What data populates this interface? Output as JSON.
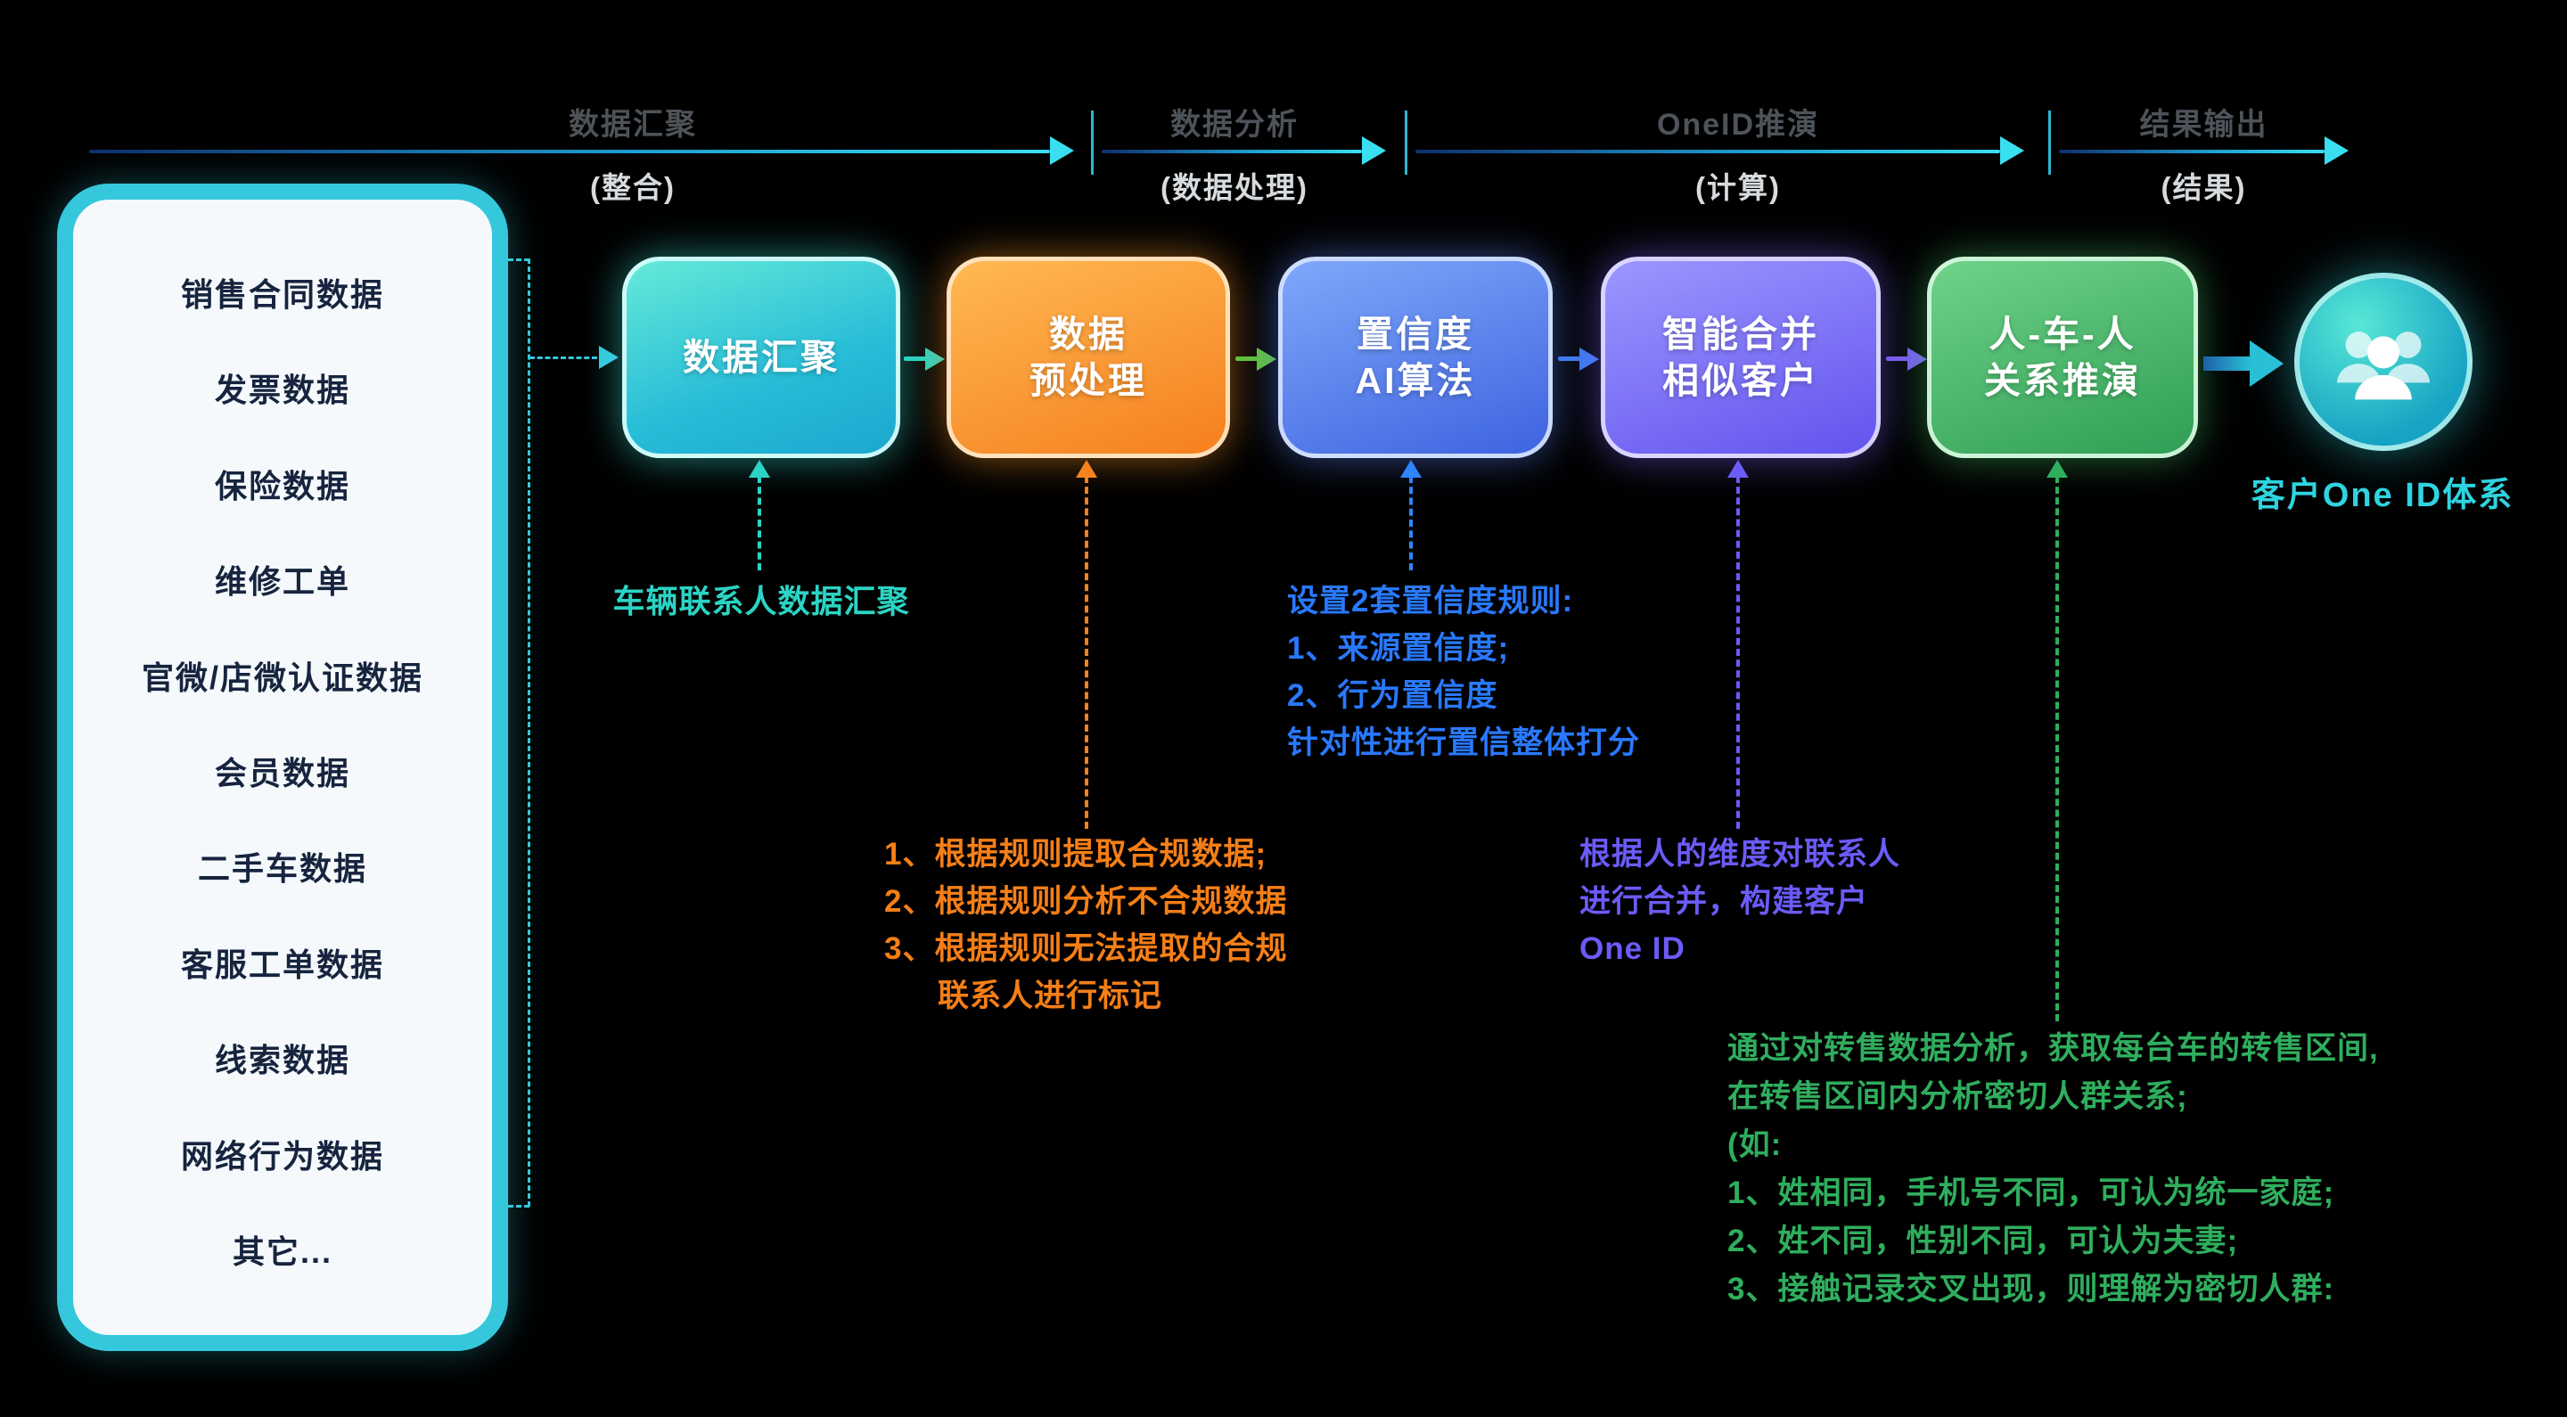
{
  "colors": {
    "background": "#000000",
    "timeline_arrow": "#39dff0",
    "phase_label": "#4d5359",
    "phase_sublabel": "#d7dbde",
    "panel_border": "#35c8dc",
    "panel_bg": "#f5f9fc",
    "panel_text": "#16243e",
    "step1": "#27bcd8",
    "step2": "#f57f1e",
    "step3": "#3e63e0",
    "step4": "#6353ee",
    "step5": "#2f9e54",
    "annotation1": "#2bd4c4",
    "annotation2": "#f57f17",
    "annotation3": "#2979ff",
    "annotation4": "#6b5bf7",
    "annotation5": "#2fae5e",
    "result_label": "#2fd4e0"
  },
  "timeline": {
    "phases": [
      {
        "label": "数据汇聚",
        "sublabel": "(整合)"
      },
      {
        "label": "数据分析",
        "sublabel": "(数据处理)"
      },
      {
        "label": "OneID推演",
        "sublabel": "(计算)"
      },
      {
        "label": "结果输出",
        "sublabel": "(结果)"
      }
    ]
  },
  "sources": {
    "items": [
      "销售合同数据",
      "发票数据",
      "保险数据",
      "维修工单",
      "官微/店微认证数据",
      "会员数据",
      "二手车数据",
      "客服工单数据",
      "线索数据",
      "网络行为数据",
      "其它..."
    ]
  },
  "steps": [
    {
      "line1": "数据汇聚",
      "line2": ""
    },
    {
      "line1": "数据",
      "line2": "预处理"
    },
    {
      "line1": "置信度",
      "line2": "AI算法"
    },
    {
      "line1": "智能合并",
      "line2": "相似客户"
    },
    {
      "line1": "人-车-人",
      "line2": "关系推演"
    }
  ],
  "annotations": {
    "step1": {
      "lines": [
        "车辆联系人数据汇聚"
      ]
    },
    "step2": {
      "lines": [
        "1、根据规则提取合规数据;",
        "2、根据规则分析不合规数据",
        "3、根据规则无法提取的合规",
        "联系人进行标记"
      ]
    },
    "step3": {
      "lines": [
        "设置2套置信度规则:",
        "1、来源置信度;",
        "2、行为置信度",
        "针对性进行置信整体打分"
      ]
    },
    "step4": {
      "lines": [
        "根据人的维度对联系人",
        "进行合并，构建客户",
        "One ID"
      ]
    },
    "step5": {
      "lines": [
        "通过对转售数据分析，获取每台车的转售区间,",
        "在转售区间内分析密切人群关系;",
        "(如:",
        "1、姓相同，手机号不同，可认为统一家庭;",
        "2、姓不同，性别不同，可认为夫妻;",
        "3、接触记录交叉出现，则理解为密切人群:"
      ]
    }
  },
  "result": {
    "label": "客户One ID体系"
  }
}
